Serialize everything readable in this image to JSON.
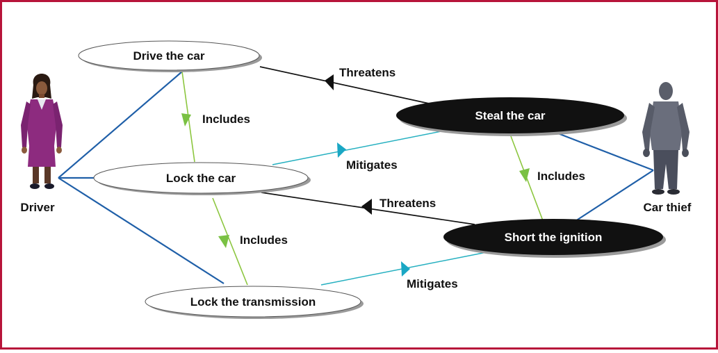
{
  "colors": {
    "frame": "#b7143a",
    "association": "#1f5fa8",
    "includes": "#8cc63f",
    "includes_arrow": "#7ac143",
    "mitigates": "#25b0c0",
    "mitigates_arrow": "#1aa7c4",
    "threatens": "#111111",
    "use_case_fill": "#ffffff",
    "misuse_case_fill": "#111111",
    "shadow": "#9a9a9a"
  },
  "actors": {
    "driver": {
      "label": "Driver",
      "icon": "woman-figure-icon"
    },
    "thief": {
      "label": "Car thief",
      "icon": "man-figure-icon"
    }
  },
  "use_cases": {
    "drive": {
      "label": "Drive the car"
    },
    "lock": {
      "label": "Lock the car"
    },
    "transmission": {
      "label": "Lock the transmission"
    }
  },
  "misuse_cases": {
    "steal": {
      "label": "Steal the car"
    },
    "short": {
      "label": "Short the ignition"
    }
  },
  "relations": {
    "threatens_drive": "Threatens",
    "threatens_lock": "Threatens",
    "includes_drive_lock": "Includes",
    "includes_lock_transmission": "Includes",
    "includes_steal_short": "Includes",
    "mitigates_lock_steal": "Mitigates",
    "mitigates_transmission_short": "Mitigates"
  }
}
